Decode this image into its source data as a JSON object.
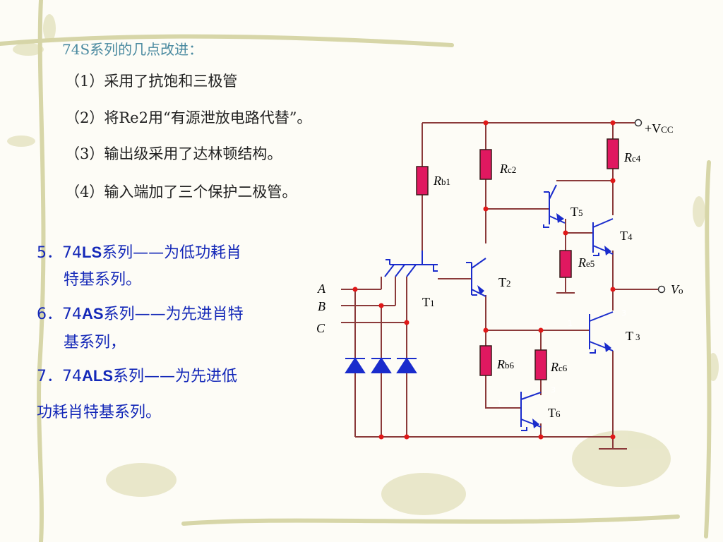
{
  "slide": {
    "title": "74S系列的几点改进：",
    "improvements": [
      "（1）采用了抗饱和三极管",
      "（2）将Re2用“有源泄放电路代替”。",
      "（3）输出级采用了达林顿结构。",
      "（4）输入端加了三个保护二极管。"
    ],
    "series": [
      {
        "num": "5．74",
        "bold": "LS",
        "rest": "系列——为低功耗肖",
        "cont": "特基系列。"
      },
      {
        "num": "6．74",
        "bold": "AS",
        "rest": "系列——为先进肖特",
        "cont": "基系列，"
      },
      {
        "num": "7．74",
        "bold": "ALS",
        "rest": "系列——为先进低",
        "cont": "功耗肖特基系列。"
      }
    ]
  },
  "circuit": {
    "vcc": {
      "main": "+V",
      "sub": "CC"
    },
    "vo": {
      "main": "V",
      "sub": "o"
    },
    "inputs": [
      "A",
      "B",
      "C"
    ],
    "resistors": [
      {
        "main": "R",
        "sub": "b1"
      },
      {
        "main": "R",
        "sub": "c2"
      },
      {
        "main": "R",
        "sub": "c4"
      },
      {
        "main": "R",
        "sub": "e5"
      },
      {
        "main": "R",
        "sub": "b6"
      },
      {
        "main": "R",
        "sub": "c6"
      }
    ],
    "transistors": [
      {
        "main": "T",
        "sub": "1"
      },
      {
        "main": "T",
        "sub": "2"
      },
      {
        "main": "T",
        "sub": "3"
      },
      {
        "main": "T",
        "sub": "4"
      },
      {
        "main": "T",
        "sub": "5"
      },
      {
        "main": "T",
        "sub": "6"
      }
    ],
    "pin_marks": [
      "3",
      "1",
      "3",
      "1"
    ],
    "colors": {
      "wire": "#8b3a3a",
      "node": "#e01818",
      "resistor": "#e01860",
      "device": "#1a2ccc",
      "pin": "#ffffff"
    }
  }
}
